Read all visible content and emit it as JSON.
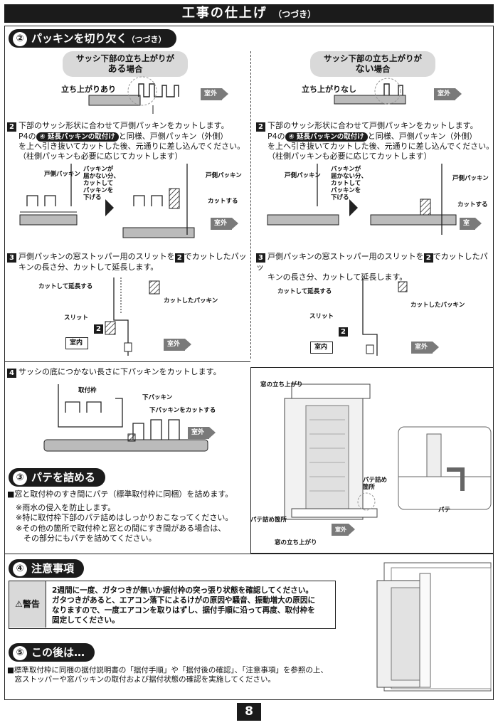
{
  "header": {
    "title": "工事の仕上げ",
    "title_sub": "（つづき）"
  },
  "sec2": {
    "num": "②",
    "title": "パッキンを切り欠く",
    "title_sub": "（つづき）",
    "left": {
      "case_line1": "サッシ下部の立ち上がりが",
      "case_line2_bold": "ある",
      "case_line2_rest": "場合",
      "rise_label": "立ち上がりあり",
      "step2_num": "2",
      "step2_l1": "下部のサッシ形状に合わせて戸側パッキンをカットします。",
      "step2_l2a": "P4の",
      "step2_pill": "④ 延長パッキンの取付け",
      "step2_l2b": "と同様、戸側パッキン（外側）",
      "step2_l3": "を上へ引き抜いてカットした後、元通りに差し込んでください。",
      "step2_l4": "（柱側パッキンも必要に応じてカットします）",
      "lbl_toside": "戸側パッキン",
      "lbl_note": "パッキンが\n届かない分、\nカットして\nパッキンを\n下げる",
      "lbl_toside2": "戸側パッキン",
      "lbl_cut": "カットする",
      "step3_num": "3",
      "step3_l1": "戸側パッキンの窓ストッパー用のスリットを",
      "step3_ref": "2",
      "step3_l1b": "でカットしたパッ",
      "step3_l2": "キンの長さ分、カットして延長します。",
      "lbl_extend": "カットして延長する",
      "lbl_cutpack": "カットしたパッキン",
      "lbl_slit": "スリット",
      "lbl_two": "2",
      "step4_num": "4",
      "step4_text": "サッシの底につかない長さに下パッキンをカットします。",
      "lbl_frame": "取付枠",
      "lbl_lower": "下パッキン",
      "lbl_lowercut": "下パッキンをカットする"
    },
    "right": {
      "case_line1": "サッシ下部の立ち上がりが",
      "case_line2_bold": "ない",
      "case_line2_rest": "場合",
      "rise_label": "立ち上がりなし",
      "step2_num": "2",
      "step2_l1": "下部のサッシ形状に合わせて戸側パッキンをカットします。",
      "step2_l2a": "P4の",
      "step2_pill": "④ 延長パッキンの取付け",
      "step2_l2b": "と同様、戸側パッキン（外側）",
      "step2_l3": "を上へ引き抜いてカットした後、元通りに差し込んでください。",
      "step2_l4": "（柱側パッキンも必要に応じてカットします）",
      "lbl_toside": "戸側パッキン",
      "lbl_note": "パッキンが\n届かない分、\nカットして\nパッキンを\n下げる",
      "lbl_toside2": "戸側パッキン",
      "lbl_cut": "カットする",
      "step3_num": "3",
      "step3_l1": "戸側パッキンの窓ストッパー用のスリットを",
      "step3_ref": "2",
      "step3_l1b": "でカットしたパッ",
      "step3_l2": "キンの長さ分、カットして延長します。",
      "lbl_extend": "カットして延長する",
      "lbl_cutpack": "カットしたパッキン",
      "lbl_slit": "スリット",
      "lbl_two": "2"
    },
    "outdoor": "室外",
    "indoor": "室内",
    "illus": {
      "win_rise_top": "窓の立ち上がり",
      "putty_spot": "パテ詰め箇所",
      "putty_spot2": "パテ詰め\n箇所",
      "putty": "パテ",
      "win_rise_bottom": "窓の立ち上がり",
      "outdoor": "室外"
    }
  },
  "sec3": {
    "num": "③",
    "title": "パテを詰める",
    "main": "■窓と取付枠のすき間にパテ（標準取付枠に同梱）を詰めます。",
    "notes": [
      "※雨水の侵入を防止します。",
      "※特に取付枠下部のパテ詰めはしっかりおこなってください。",
      "※その他の箇所で取付枠と窓との間にすき間がある場合は、",
      "　その部分にもパテを詰めてください。"
    ]
  },
  "sec4": {
    "num": "④",
    "title": "注意事項",
    "warn_label": "警告",
    "warn_lines": [
      "2週間に一度、ガタつきが無いか据付枠の突っ張り状態を確認してください。",
      "ガタつきがあると、エアコン落下によるけがの原因や騒音、振動増大の原因に",
      "なりますので、一度エアコンを取りはずし、据付手順に沿って再度、取付枠を",
      "固定してください。"
    ]
  },
  "sec5": {
    "num": "⑤",
    "title": "この後は…",
    "lines": [
      "■標準取付枠に同梱の据付説明書の「据付手順」や「据付後の確認」、「注意事項」を参照の上、",
      "　窓ストッパーや窓パッキンの取付および据付状態の確認を実施してください。"
    ]
  },
  "footer": {
    "page": "8"
  }
}
